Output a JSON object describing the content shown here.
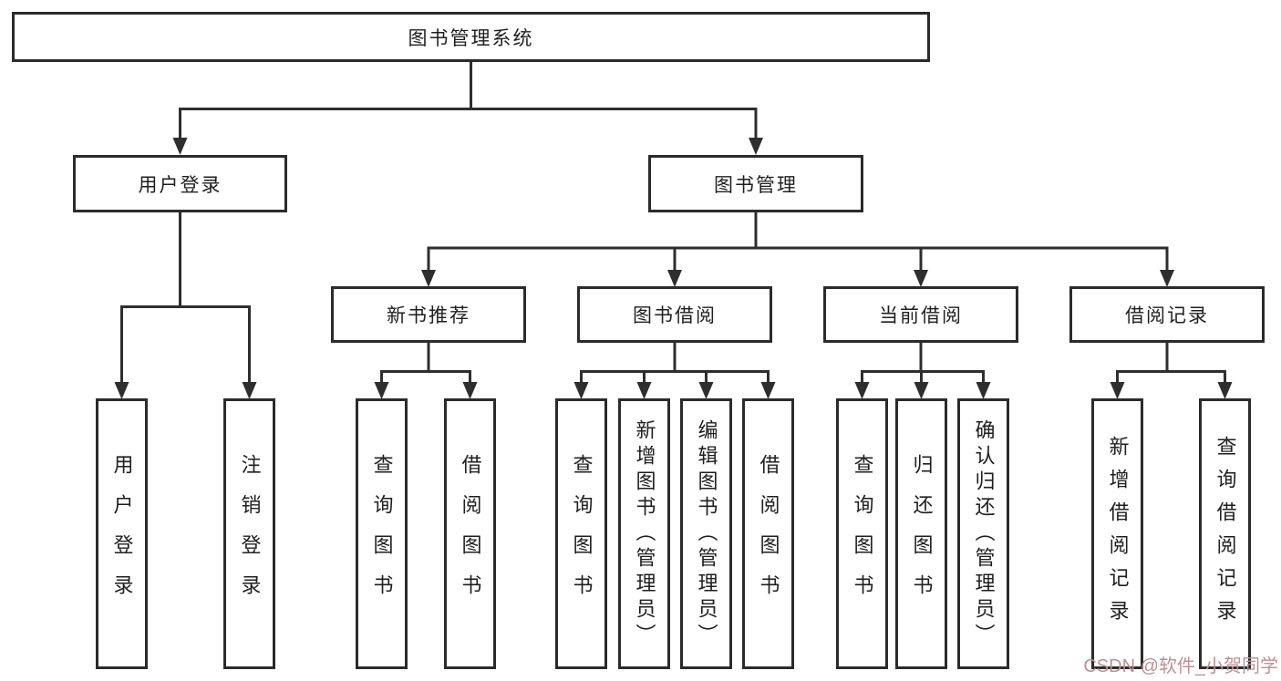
{
  "diagram": {
    "type": "hierarchy-tree",
    "root": {
      "label": "图书管理系统"
    },
    "branches": [
      {
        "label": "用户登录",
        "children": [
          {
            "label": "用户登录"
          },
          {
            "label": "注销登录"
          }
        ]
      },
      {
        "label": "图书管理",
        "children": [
          {
            "label": "新书推荐",
            "children": [
              {
                "label": "查询图书"
              },
              {
                "label": "借阅图书"
              }
            ]
          },
          {
            "label": "图书借阅",
            "children": [
              {
                "label": "查询图书"
              },
              {
                "label": "新增图书（管理员）"
              },
              {
                "label": "编辑图书（管理员）"
              },
              {
                "label": "借阅图书"
              }
            ]
          },
          {
            "label": "当前借阅",
            "children": [
              {
                "label": "查询图书"
              },
              {
                "label": "归还图书"
              },
              {
                "label": "确认归还（管理员）"
              }
            ]
          },
          {
            "label": "借阅记录",
            "children": [
              {
                "label": "新增借阅记录"
              },
              {
                "label": "查询借阅记录"
              }
            ]
          }
        ]
      }
    ]
  },
  "watermark": {
    "text": "CSDN @软件_小贺同学"
  },
  "colors": {
    "line": "#2e2e2e",
    "box_border": "#2b2b2b",
    "text": "#1f1f1f",
    "watermark": "#bd9096",
    "background": "#ffffff"
  }
}
